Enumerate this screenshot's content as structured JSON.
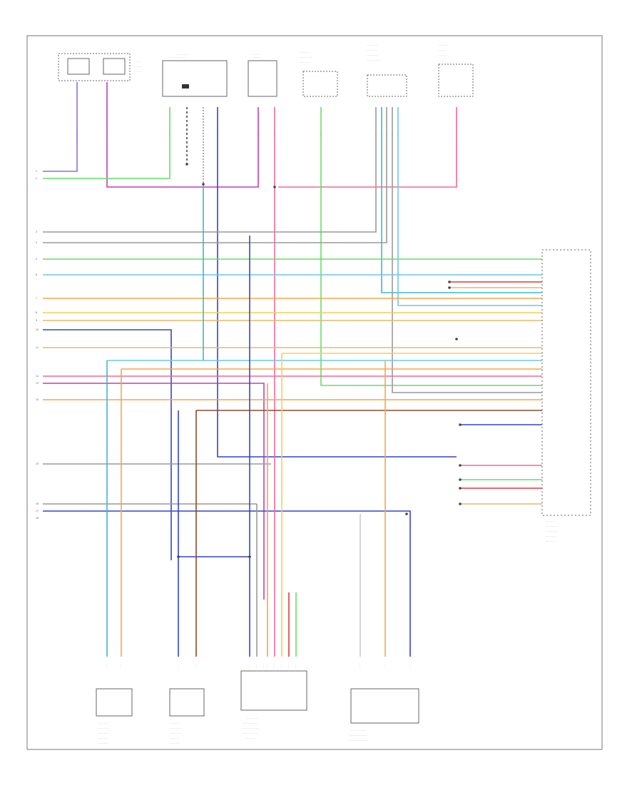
{
  "diagram": {
    "footer_code": "",
    "left_pin_numbers": [
      "1",
      "2",
      "3",
      "4",
      "5",
      "6",
      "7",
      "8",
      "9",
      "10",
      "11",
      "12",
      "13",
      "14",
      "15",
      "16",
      "17",
      "18"
    ],
    "colors": {
      "violet": "#8b6fd6",
      "lightblue": "#6fc6ee",
      "green": "#66dd66",
      "magenta": "#c23fb0",
      "gray": "#9a9a9a",
      "pink": "#f06a96",
      "yellow": "#f6cf55",
      "orange": "#f5a64a",
      "cyan": "#3cb8c8",
      "brown": "#8b4a2b",
      "red": "#e03a3a",
      "tan": "#e6b86a",
      "darkblue": "#3344cc",
      "black": "#444444",
      "lightgray": "#cccccc"
    }
  }
}
